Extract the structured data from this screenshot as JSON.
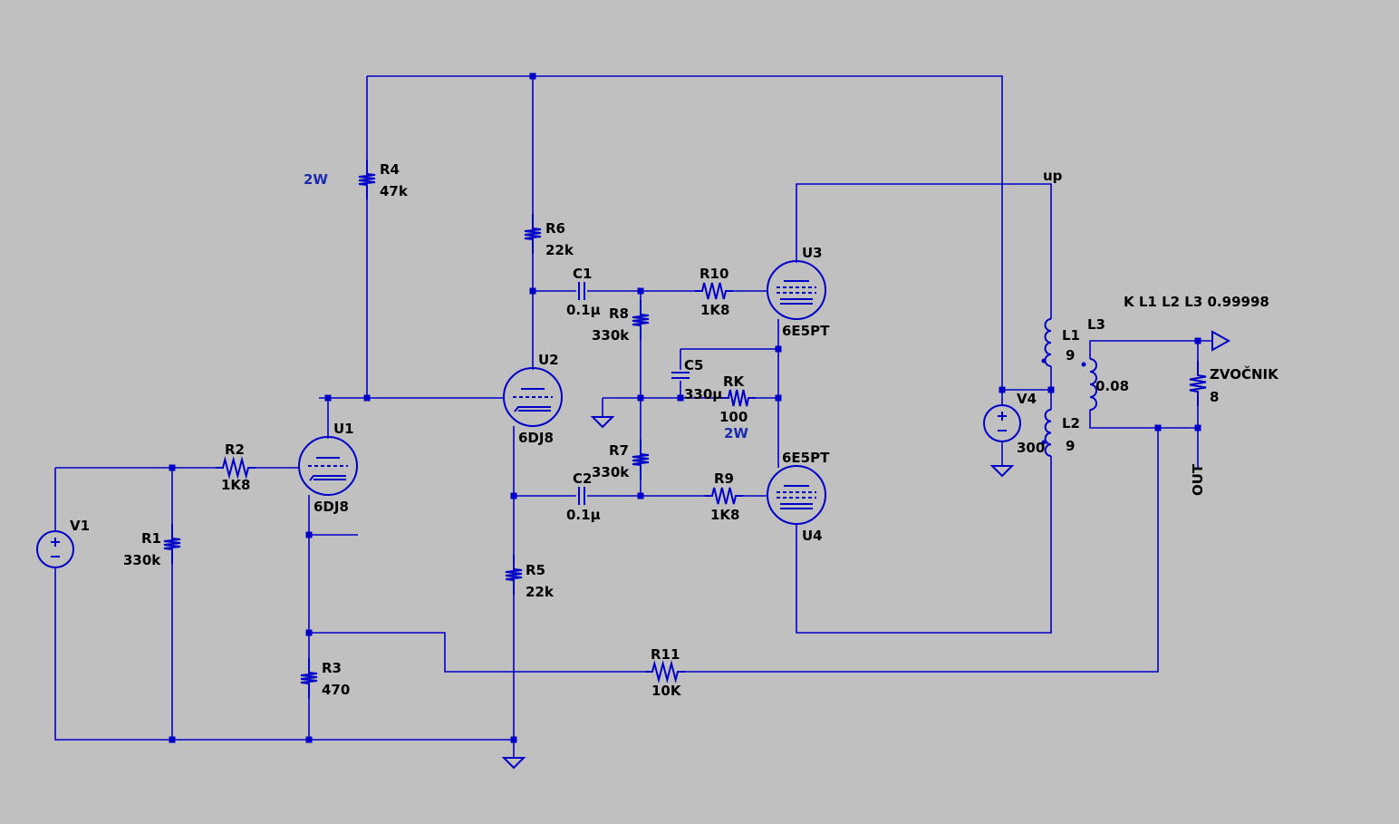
{
  "colors": {
    "background": "#c0c0c0",
    "wire": "#0000c8",
    "label": "#000000",
    "directive": "#1a2bb0"
  },
  "components": {
    "R1": {
      "name": "R1",
      "value": "330k"
    },
    "R2": {
      "name": "R2",
      "value": "1K8"
    },
    "R3": {
      "name": "R3",
      "value": "470"
    },
    "R4": {
      "name": "R4",
      "value": "47k",
      "power": "2W"
    },
    "R5": {
      "name": "R5",
      "value": "22k"
    },
    "R6": {
      "name": "R6",
      "value": "22k"
    },
    "R7": {
      "name": "R7",
      "value": "330k"
    },
    "R8": {
      "name": "R8",
      "value": "330k"
    },
    "R9": {
      "name": "R9",
      "value": "1K8"
    },
    "R10": {
      "name": "R10",
      "value": "1K8"
    },
    "R11": {
      "name": "R11",
      "value": "10K"
    },
    "RK": {
      "name": "RK",
      "value": "100",
      "power": "2W"
    },
    "C1": {
      "name": "C1",
      "value": "0.1µ"
    },
    "C2": {
      "name": "C2",
      "value": "0.1µ"
    },
    "C5": {
      "name": "C5",
      "value": "330µ"
    },
    "L1": {
      "name": "L1",
      "value": "9"
    },
    "L2": {
      "name": "L2",
      "value": "9"
    },
    "L3": {
      "name": "L3",
      "value": "0.08"
    },
    "U1": {
      "name": "U1",
      "value": "6DJ8"
    },
    "U2": {
      "name": "U2",
      "value": "6DJ8"
    },
    "U3": {
      "name": "U3",
      "value": "6E5PT"
    },
    "U4": {
      "name": "U4",
      "value": "6E5PT"
    },
    "V1": {
      "name": "V1"
    },
    "V4": {
      "name": "V4",
      "value": "300"
    },
    "ZVOCNIK": {
      "name": "ZVOČNIK",
      "value": "8"
    }
  },
  "nets": {
    "up": "up",
    "out": "OUT"
  },
  "directives": {
    "coupling": "K L1 L2 L3 0.99998"
  }
}
